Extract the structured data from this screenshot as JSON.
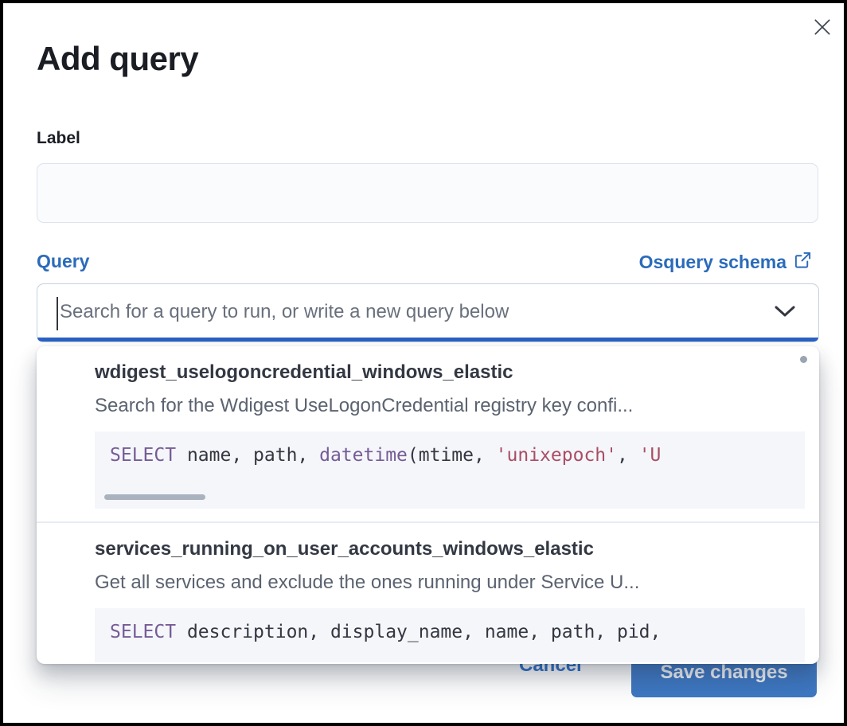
{
  "modal": {
    "title": "Add query",
    "label_field": {
      "label": "Label",
      "value": "",
      "placeholder": ""
    },
    "query_field": {
      "label": "Query",
      "schema_link_label": "Osquery schema",
      "search_placeholder": "Search for a query to run, or write a new query below"
    },
    "dropdown": {
      "options": [
        {
          "title": "wdigest_uselogoncredential_windows_elastic",
          "description": "Search for the Wdigest UseLogonCredential registry key confi...",
          "code": [
            {
              "text": "SELECT",
              "type": "keyword"
            },
            {
              "text": " name, path, ",
              "type": "plain"
            },
            {
              "text": "datetime",
              "type": "keyword"
            },
            {
              "text": "(mtime, ",
              "type": "plain"
            },
            {
              "text": "'unixepoch'",
              "type": "string"
            },
            {
              "text": ", ",
              "type": "plain"
            },
            {
              "text": "'U",
              "type": "string"
            }
          ]
        },
        {
          "title": "services_running_on_user_accounts_windows_elastic",
          "description": "Get all services and exclude the ones running under Service U...",
          "code": [
            {
              "text": "SELECT",
              "type": "keyword"
            },
            {
              "text": " description, display_name, name, path, pid,",
              "type": "plain"
            }
          ]
        }
      ]
    },
    "footer": {
      "cancel_label": "Cancel",
      "save_label": "Save changes"
    }
  },
  "icons": {
    "close": "x-icon",
    "external_link": "external-link-icon",
    "chevron": "chevron-down-icon"
  },
  "colors": {
    "accent_blue": "#2b6bba",
    "focus_underline_blue": "#2a61c3",
    "save_button_blue": "#3e78c3",
    "code_keyword_purple": "#765b96",
    "code_string_red": "#ab4d64",
    "code_text": "#343741",
    "code_background": "#f4f6fa",
    "description_gray": "#5b6370",
    "placeholder_gray": "#69707d"
  }
}
